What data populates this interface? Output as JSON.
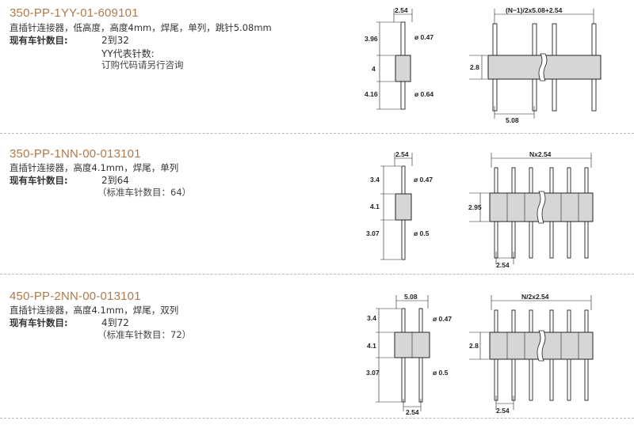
{
  "sections": [
    {
      "part_number": "350-PP-1YY-01-609101",
      "description": "直插针连接器，低高度，高度4mm，焊尾，单列，跳针5.08mm",
      "count_label": "现有车针数目:",
      "count_value": "2到32",
      "code_label": "YY代表针数:",
      "code_note": "订购代码请另行咨询",
      "dims": {
        "pitch": "2.54",
        "top": "3.96",
        "body": "4",
        "tail": "4.16",
        "d_top": "ø 0.47",
        "d_tail": "ø 0.64",
        "span": "(N−1)/2x5.08+2.54",
        "height": "2.8",
        "spacing": "5.08"
      }
    },
    {
      "part_number": "350-PP-1NN-00-013101",
      "description": "直插针连接器，高度4.1mm，焊尾，单列",
      "count_label": "现有车针数目:",
      "count_value": "2到64",
      "standard_note": "（标准车针数目：64）",
      "dims": {
        "pitch": "2.54",
        "top": "3.4",
        "body": "4.1",
        "tail": "3.07",
        "d_top": "ø 0.47",
        "d_tail": "ø 0.5",
        "span": "Nx2.54",
        "height": "2.95",
        "spacing": "2.54"
      }
    },
    {
      "part_number": "450-PP-2NN-00-013101",
      "description": "直插针连接器，高度4.1mm，焊尾，双列",
      "count_label": "现有车针数目:",
      "count_value": "4到72",
      "standard_note": "（标准车针数目：72）",
      "dims": {
        "row": "5.08",
        "pitch": "2.54",
        "top": "3.4",
        "body": "4.1",
        "tail": "3.07",
        "d_top": "ø 0.47",
        "d_tail": "ø 0.5",
        "span": "N/2x2.54",
        "height": "2.8",
        "spacing": "2.54"
      }
    }
  ]
}
